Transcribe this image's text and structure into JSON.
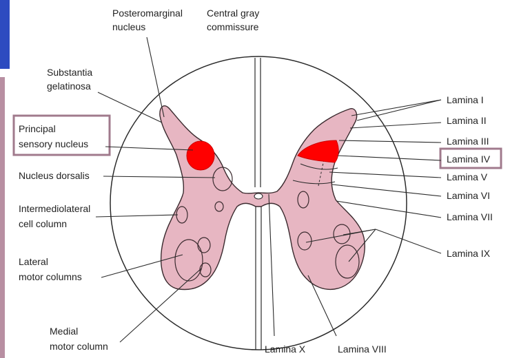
{
  "colors": {
    "gray_matter": "#e7b6c2",
    "highlight_nucleus": "#ff0000",
    "highlight_box": "#a07a8c",
    "left_bar_blue": "#2d4bc0",
    "left_bar_mauve": "#b88fa2"
  },
  "labels": {
    "posteromarginal": [
      "Posteromarginal",
      "nucleus"
    ],
    "central_gray": [
      "Central gray",
      "commissure"
    ],
    "substantia": [
      "Substantia",
      "gelatinosa"
    ],
    "principal_sensory": [
      "Principal",
      "sensory nucleus"
    ],
    "nucleus_dorsalis": [
      "Nucleus dorsalis"
    ],
    "intermediolateral": [
      "Intermediolateral",
      "cell column"
    ],
    "lateral_motor": [
      "Lateral",
      "motor columns"
    ],
    "medial_motor": [
      "Medial",
      "motor column"
    ],
    "lamina_x": [
      "Lamina X"
    ],
    "lamina_viii": [
      "Lamina VIII"
    ],
    "lamina_i": [
      "Lamina I"
    ],
    "lamina_ii": [
      "Lamina II"
    ],
    "lamina_iii": [
      "Lamina III"
    ],
    "lamina_iv": [
      "Lamina IV"
    ],
    "lamina_v": [
      "Lamina V"
    ],
    "lamina_vi": [
      "Lamina VI"
    ],
    "lamina_vii": [
      "Lamina VII"
    ],
    "lamina_ix": [
      "Lamina IX"
    ]
  }
}
